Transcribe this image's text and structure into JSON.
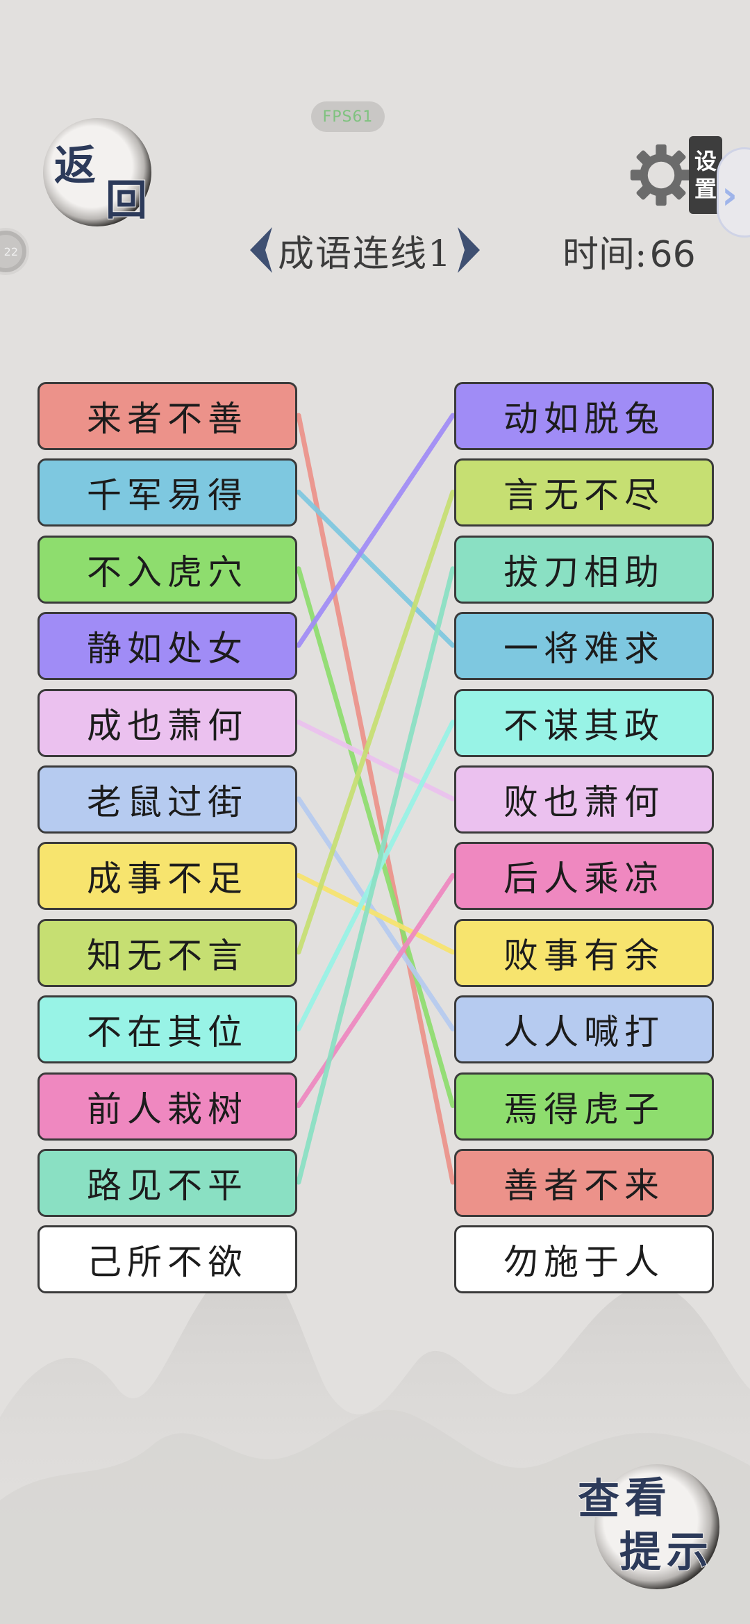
{
  "status": {
    "fps": "FPS61"
  },
  "side": {
    "left_badge": "22"
  },
  "back_button": {
    "chars": [
      "返",
      "回"
    ]
  },
  "settings_button": {
    "chars": [
      "设",
      "置"
    ]
  },
  "header": {
    "title": "成语连线1",
    "timer_label": "时间:",
    "timer_value": "66"
  },
  "hint_button": {
    "chars": [
      "查",
      "看",
      "提",
      "示"
    ]
  },
  "left_words": [
    {
      "text": "来者不善",
      "color": "#ec928a"
    },
    {
      "text": "千军易得",
      "color": "#7ec8e0"
    },
    {
      "text": "不入虎穴",
      "color": "#8edd6e"
    },
    {
      "text": "静如处女",
      "color": "#a08cf6"
    },
    {
      "text": "成也萧何",
      "color": "#ebc1ef"
    },
    {
      "text": "老鼠过街",
      "color": "#b6cbf0"
    },
    {
      "text": "成事不足",
      "color": "#f7e46e"
    },
    {
      "text": "知无不言",
      "color": "#c6df72"
    },
    {
      "text": "不在其位",
      "color": "#98f3e6"
    },
    {
      "text": "前人栽树",
      "color": "#ef88c0"
    },
    {
      "text": "路见不平",
      "color": "#8ae0c3"
    },
    {
      "text": "己所不欲",
      "color": "#ffffff"
    }
  ],
  "right_words": [
    {
      "text": "动如脱兔",
      "color": "#a08cf6"
    },
    {
      "text": "言无不尽",
      "color": "#c6df72"
    },
    {
      "text": "拔刀相助",
      "color": "#8ae0c3"
    },
    {
      "text": "一将难求",
      "color": "#7ec8e0"
    },
    {
      "text": "不谋其政",
      "color": "#98f3e6"
    },
    {
      "text": "败也萧何",
      "color": "#ebc1ef"
    },
    {
      "text": "后人乘凉",
      "color": "#ef88c0"
    },
    {
      "text": "败事有余",
      "color": "#f7e46e"
    },
    {
      "text": "人人喊打",
      "color": "#b6cbf0"
    },
    {
      "text": "焉得虎子",
      "color": "#8edd6e"
    },
    {
      "text": "善者不来",
      "color": "#ec928a"
    },
    {
      "text": "勿施于人",
      "color": "#ffffff"
    }
  ],
  "connections": [
    {
      "from": 0,
      "to": 10,
      "color": "#ec928a"
    },
    {
      "from": 1,
      "to": 3,
      "color": "#7ec8e0"
    },
    {
      "from": 2,
      "to": 9,
      "color": "#8edd6e"
    },
    {
      "from": 3,
      "to": 0,
      "color": "#a08cf6"
    },
    {
      "from": 4,
      "to": 5,
      "color": "#ebc1ef"
    },
    {
      "from": 5,
      "to": 8,
      "color": "#b6cbf0"
    },
    {
      "from": 6,
      "to": 7,
      "color": "#f7e46e"
    },
    {
      "from": 7,
      "to": 1,
      "color": "#c6df72"
    },
    {
      "from": 8,
      "to": 4,
      "color": "#98f3e6"
    },
    {
      "from": 9,
      "to": 6,
      "color": "#ef88c0"
    },
    {
      "from": 10,
      "to": 2,
      "color": "#8ae0c3"
    }
  ]
}
